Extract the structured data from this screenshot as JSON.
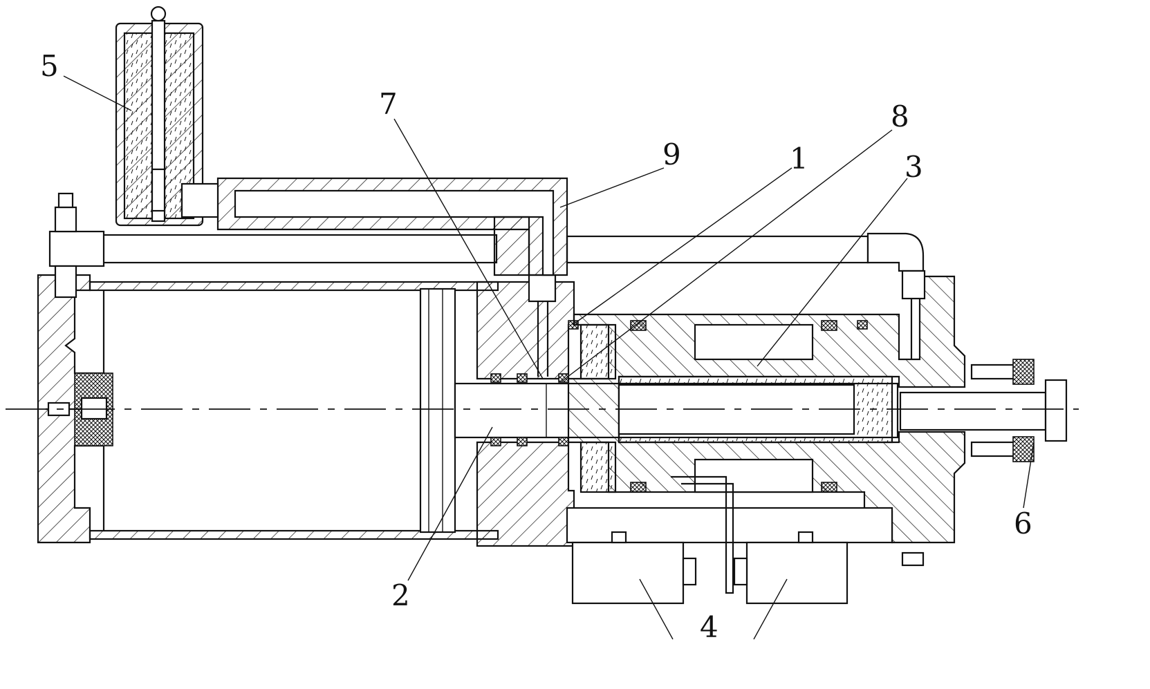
{
  "figure": {
    "description_free": true,
    "part_labels": [
      {
        "id": "1",
        "text": "1"
      },
      {
        "id": "2",
        "text": "2"
      },
      {
        "id": "3",
        "text": "3"
      },
      {
        "id": "4",
        "text": "4"
      },
      {
        "id": "5",
        "text": "5"
      },
      {
        "id": "6",
        "text": "6"
      },
      {
        "id": "7",
        "text": "7"
      },
      {
        "id": "8",
        "text": "8"
      },
      {
        "id": "9",
        "text": "9"
      }
    ]
  },
  "colors": {
    "ink": "#111111",
    "background": "#ffffff"
  }
}
